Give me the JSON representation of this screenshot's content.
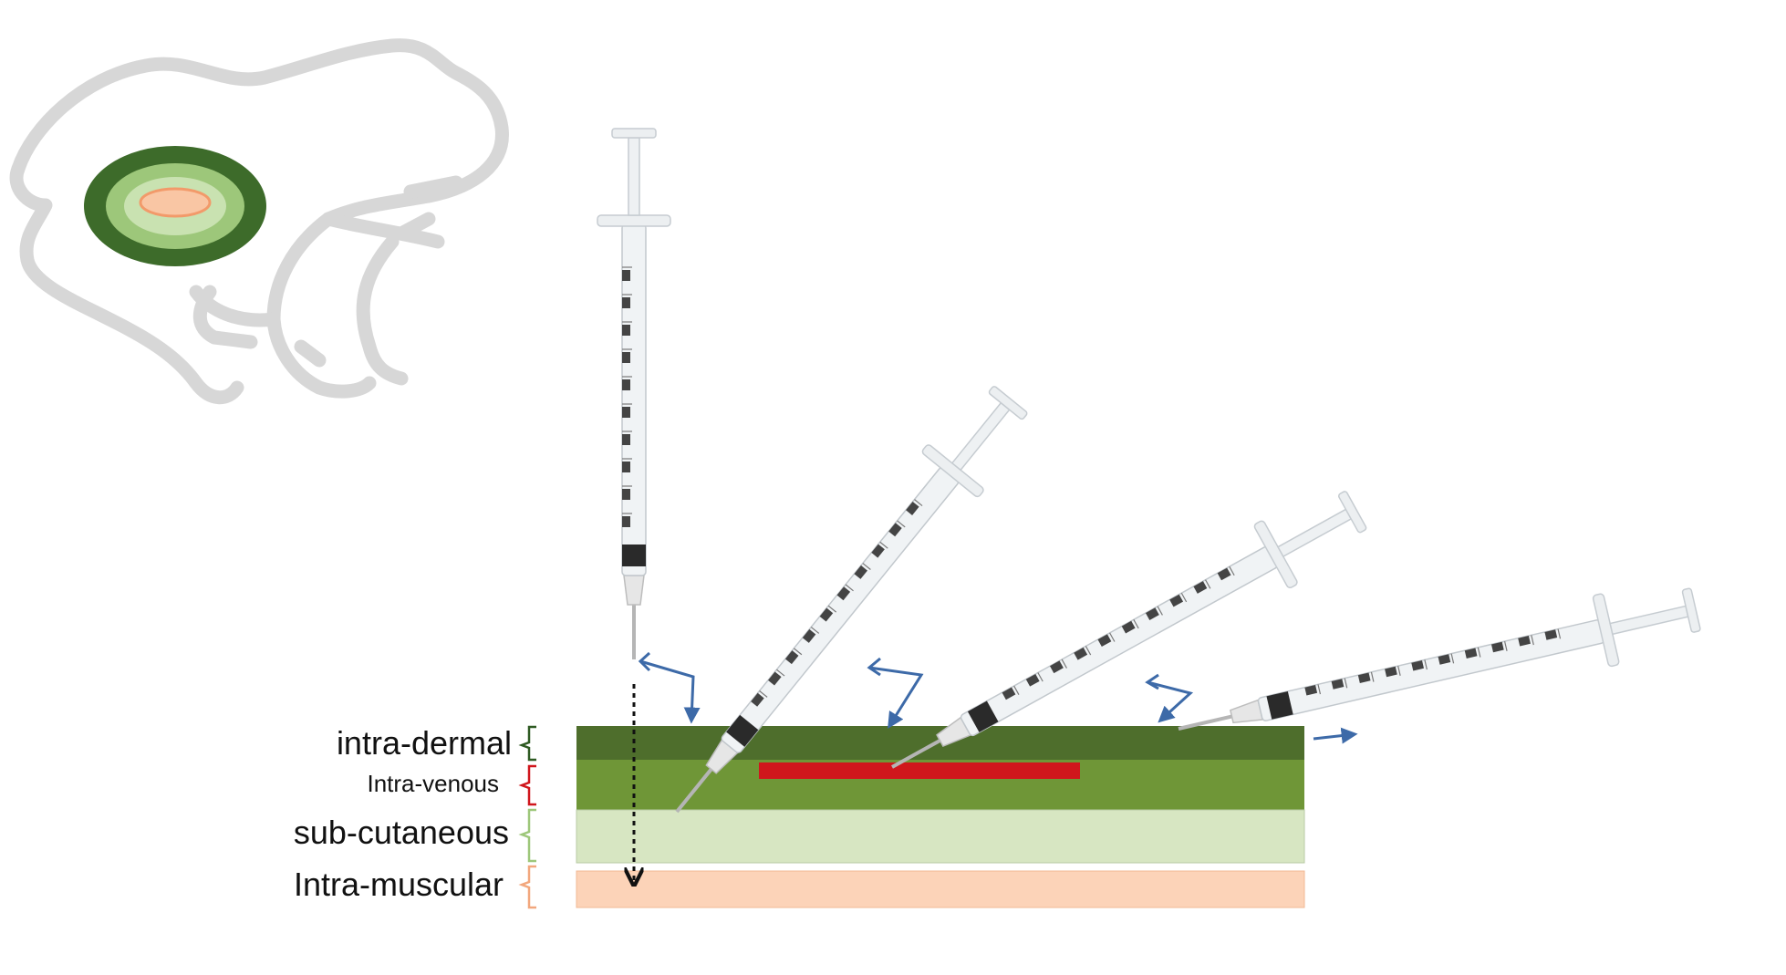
{
  "labels": {
    "intradermal": "intra-dermal",
    "intravenous": "Intra-venous",
    "subcutaneous": "sub-cutaneous",
    "intramuscular": "Intra-muscular"
  },
  "colors": {
    "dermis": "#4e6e2c",
    "vein_layer": "#6f9637",
    "vein": "#d0161c",
    "subcutaneous": "#d7e6c2",
    "muscle": "#fcd3b8",
    "silhouette": "#d7d7d7",
    "arrow": "#3d6aa8",
    "brace_green_dark": "#2e5a22",
    "brace_red": "#d0161c",
    "brace_green_light": "#9dc77a",
    "brace_orange": "#f2a77d"
  },
  "icons": {
    "animal": "frog-silhouette-icon",
    "injection_site": "injection-site-icon",
    "syringe": "syringe-icon"
  }
}
